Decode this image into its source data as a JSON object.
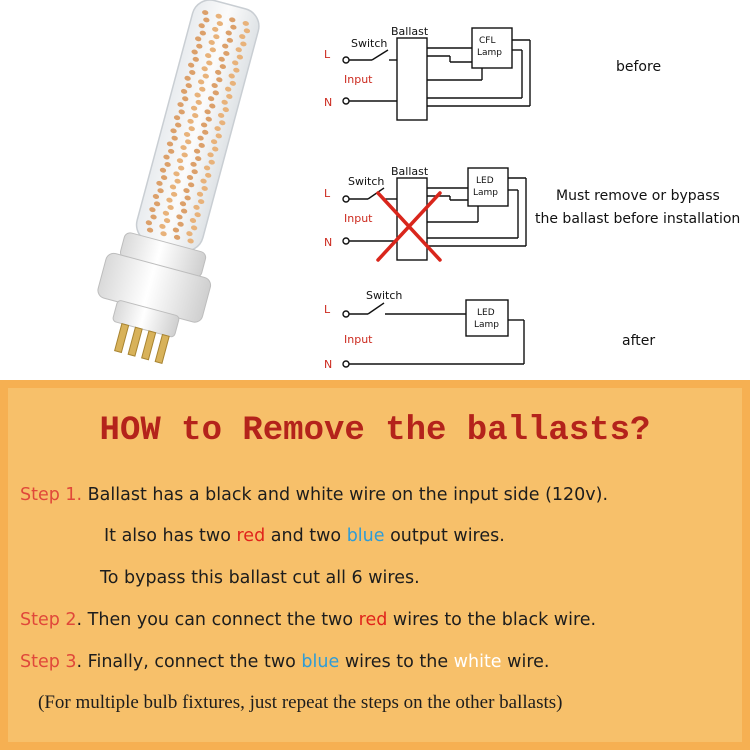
{
  "diagrams": [
    {
      "switch_label": "Switch",
      "ballast_label": "Ballast",
      "lamp_line1": "CFL",
      "lamp_line2": "Lamp",
      "live": "L",
      "input": "Input",
      "neutral": "N",
      "note": "before"
    },
    {
      "switch_label": "Switch",
      "ballast_label": "Ballast",
      "lamp_line1": "LED",
      "lamp_line2": "Lamp",
      "live": "L",
      "input": "Input",
      "neutral": "N",
      "note_line1": "Must remove or bypass",
      "note_line2": "the ballast before installation"
    },
    {
      "switch_label": "Switch",
      "lamp_line1": "LED",
      "lamp_line2": "Lamp",
      "live": "L",
      "input": "Input",
      "neutral": "N",
      "note": "after"
    }
  ],
  "howto": {
    "title": "HOW to Remove the ballasts?",
    "step1_label": "Step 1.",
    "step1_a": " Ballast has a black and white wire on the input side (120v).",
    "step1_b_pre": "It also has two ",
    "step1_b_red": "red",
    "step1_b_mid": " and two ",
    "step1_b_blue": "blue",
    "step1_b_post": " output wires.",
    "step1_c": "To bypass this ballast cut all 6 wires.",
    "step2_label": "Step 2",
    "step2_pre": ". Then you can connect the two ",
    "step2_red": "red",
    "step2_mid": " wires to the ",
    "step2_black": "black",
    "step2_post": " wire.",
    "step3_label": "Step 3",
    "step3_pre": ". Finally, connect the two ",
    "step3_blue": "blue",
    "step3_mid": " wires to the ",
    "step3_white": "white",
    "step3_post": " wire.",
    "footnote": "(For multiple bulb fixtures, just repeat the steps on the other ballasts)"
  },
  "colors": {
    "panel": "#f6b052",
    "title": "#b4231b",
    "step": "#e0483a",
    "red": "#e0231b",
    "blue": "#2f9cd6",
    "cross": "#d9261c"
  }
}
